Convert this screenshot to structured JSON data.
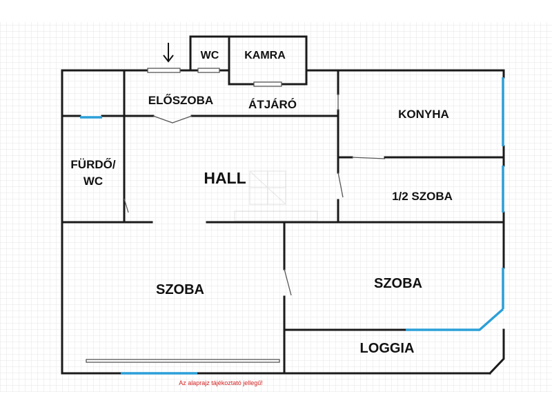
{
  "colors": {
    "wall": "#1a1a1a",
    "window": "#2b9fd8",
    "door": "#555555",
    "grid": "#e4e4e4",
    "disclaimer": "#d21f1f"
  },
  "icons": {
    "entrance": "down-arrow-icon",
    "watermark": "building-logo-icon"
  },
  "rooms": {
    "wc_small": "WC",
    "kamra": "KAMRA",
    "eloszoba": "ELŐSZOBA",
    "atjaro": "ÁTJÁRÓ",
    "konyha": "KONYHA",
    "furdo_line1": "FÜRDŐ/",
    "furdo_line2": "WC",
    "hall": "HALL",
    "fel_szoba": "1/2 SZOBA",
    "szoba_left": "SZOBA",
    "szoba_right": "SZOBA",
    "loggia": "LOGGIA"
  },
  "disclaimer": "Az alaprajz tájékoztató jellegű!"
}
